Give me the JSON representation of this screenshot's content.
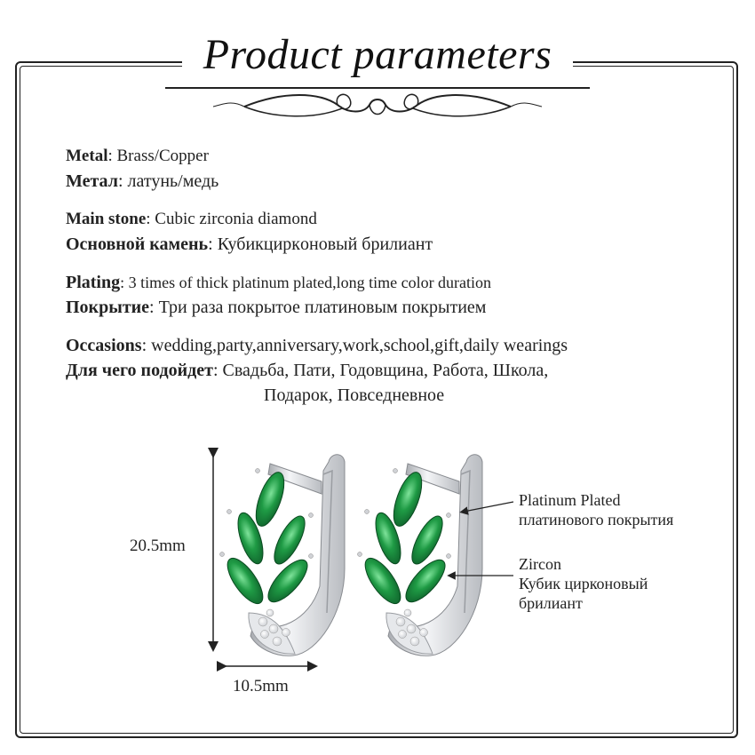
{
  "title": "Product parameters",
  "params": {
    "metal": {
      "label_en": "Metal",
      "value_en": ": Brass/Copper",
      "label_ru": "Метал",
      "value_ru": ": латунь/медь"
    },
    "main_stone": {
      "label_en": "Main stone",
      "value_en": ": Cubic zirconia diamond",
      "label_ru": "Основной камень",
      "value_ru": ": Кубикциркoновый брилиант"
    },
    "plating": {
      "label_en": "Plating",
      "value_en": ":  3 times of thick platinum plated,long time color duration",
      "label_ru": "Покрытие",
      "value_ru": ": Три раза покрытое платиновым покрытием"
    },
    "occasions": {
      "label_en": "Occasions",
      "value_en": ": wedding,party,anniversary,work,school,gift,daily wearings",
      "label_ru": "Для чего подойдет",
      "value_ru": ":  Свадьба, Пати, Годовщина, Работа, Школа,",
      "value_ru_2": "Подарок, Повседневное"
    }
  },
  "dimensions": {
    "height": "20.5mm",
    "width": "10.5mm"
  },
  "callouts": {
    "plating_en": "Platinum Plated",
    "plating_ru": "платинового покрытия",
    "stone_en": "Zircon",
    "stone_ru_1": "Кубик цирконовый",
    "stone_ru_2": "брилиант"
  },
  "colors": {
    "emerald": "#1f9b45",
    "emerald_dark": "#0d5a28",
    "silver": "#d9dbde"
  }
}
